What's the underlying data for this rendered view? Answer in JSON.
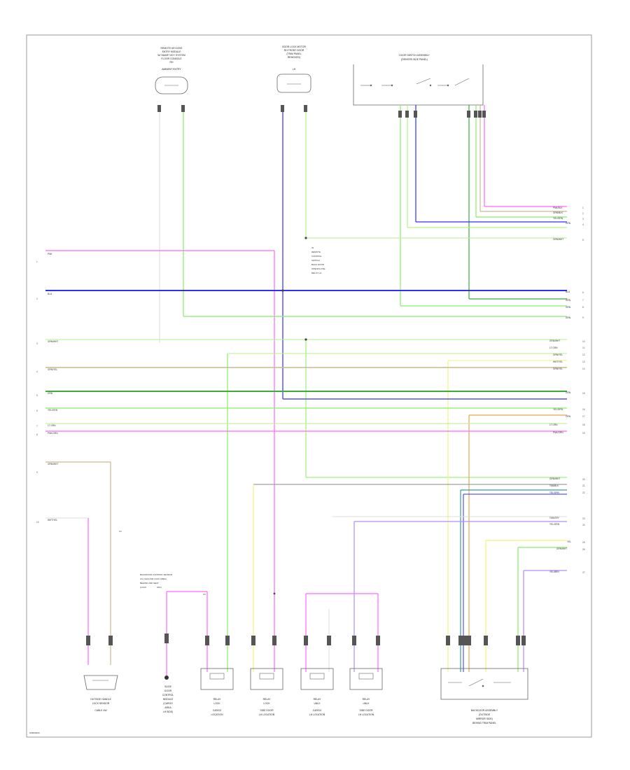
{
  "footer_code": "W0000000",
  "connector_labels": {
    "c1": "C1",
    "c2": "C2"
  },
  "components": {
    "remote_keyless": [
      "REMOTE KEYLESS",
      "ENTRY MODULE",
      "W/ SMART KEY SYSTEM",
      "FLOOR CONSOLE",
      "RH",
      "AMBIENT ENTRY"
    ],
    "door_lock_top": [
      "DOOR LOCK MOTOR",
      "RH FRONT DOOR",
      "(TRIM PANEL",
      "REMOVED)",
      "LH"
    ],
    "door_switch": [
      "DOOR SWITCH ASSEMBLY",
      "(DRIVERS SIDE PANEL)"
    ],
    "splice_note": [
      "IN",
      "REMOTE",
      "CONTROL",
      "SWITCH",
      "BACK DOOR",
      "OPEN/CLOSE",
      "RELAY LH"
    ],
    "rocker_left": [
      "OUTSIDE HANDLE",
      "LOCK SENSOR",
      "CABLE 4W"
    ],
    "mid_note": [
      "BACKDOOR CONTROL SENSOR",
      "C/L (VACUUM LOCK AREA)",
      "BEHIND 2ND SEAT",
      "(LOCK",
      "OFF)"
    ],
    "relay_note": [
      "SLIDE",
      "DOOR",
      "CONTROL",
      "MODULE",
      "(CARGO",
      "AREA",
      "LH SIDE)"
    ],
    "relay_boxes": [
      [
        "RELAY",
        "LOCK",
        "CARGO",
        "LOCATION"
      ],
      [
        "RELAY",
        "LOCK",
        "SIDE DOOR",
        "LH LOCATION"
      ],
      [
        "RELAY",
        "UNLK",
        "CARGO",
        "LH LOCATION"
      ],
      [
        "RELAY",
        "UNLK",
        "SIDE DOOR",
        "LH LOCATION"
      ]
    ],
    "body_module": [
      "BACKDOOR ASSEMBLY",
      "(OUTSIDE",
      "MIRROR SIDE)",
      "BEHIND TRIM PANEL"
    ]
  },
  "wire_colors": {
    "pink": "#ff66ff",
    "blue": "#2e2eff",
    "green": "#88ee66",
    "lightgreen": "#b6f28c",
    "yellow": "#f2f27a",
    "tan": "#c9b98c",
    "gray": "#8a8a8a",
    "violet": "#b08cff",
    "orange": "#e8a64a",
    "teal": "#3a9aaa",
    "darkgreen": "#3caa3c"
  },
  "left_wires": [
    {
      "label": "PNK",
      "num": "1"
    },
    {
      "label": "BLU",
      "num": "2"
    },
    {
      "label": "GRN/WHT",
      "num": "3"
    },
    {
      "label": "GRN/YEL",
      "num": "4"
    },
    {
      "label": "GRN",
      "num": "5"
    },
    {
      "label": "YEL/GRN",
      "num": "6"
    },
    {
      "label": "LT GRN",
      "num": "7"
    },
    {
      "label": "PNK/GRN",
      "num": "8"
    },
    {
      "label": "GRN/WHT",
      "num": "9"
    },
    {
      "label": "WHT/YEL",
      "num": "10"
    }
  ],
  "right_wires": [
    {
      "label": "PNK/BLK",
      "num": "1"
    },
    {
      "label": "GRN/BLK",
      "num": "2"
    },
    {
      "label": "YEL/GRN",
      "num": "3"
    },
    {
      "label": "GRN",
      "num": "4"
    },
    {
      "label": "GRN/WHT",
      "num": "5"
    },
    {
      "label": "BLU",
      "num": "6"
    },
    {
      "label": "GRN",
      "num": "7"
    },
    {
      "label": "GRN",
      "num": "8"
    },
    {
      "label": "GRN",
      "num": "9"
    },
    {
      "label": "GRN/WHT",
      "num": "10"
    },
    {
      "label": "LT GRN",
      "num": "11"
    },
    {
      "label": "GRN/YEL",
      "num": "12"
    },
    {
      "label": "WHT/YEL",
      "num": "13"
    },
    {
      "label": "GRN/YEL",
      "num": "14"
    },
    {
      "label": "GRN",
      "num": "15"
    },
    {
      "label": "YEL/GRN",
      "num": "16"
    },
    {
      "label": "ORN",
      "num": "17"
    },
    {
      "label": "LT GRN",
      "num": "18"
    },
    {
      "label": "PNK/GRN",
      "num": "19"
    },
    {
      "label": "GRN/WHT",
      "num": "20"
    },
    {
      "label": "TAN/BLK",
      "num": "21"
    },
    {
      "label": "TEL/GRN",
      "num": "22"
    },
    {
      "label": "TAN/GRY",
      "num": "23"
    },
    {
      "label": "YEL/GRN",
      "num": "24"
    },
    {
      "label": "YEL",
      "num": "25"
    },
    {
      "label": "GRN/WHT",
      "num": "26"
    },
    {
      "label": "YEL/BRN",
      "num": "27"
    }
  ]
}
